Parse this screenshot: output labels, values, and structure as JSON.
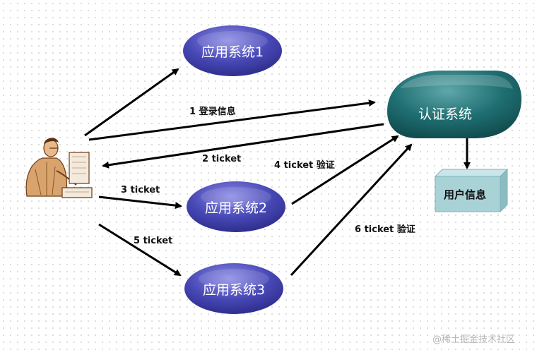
{
  "nodes": {
    "app1": "应用系统1",
    "app2": "应用系统2",
    "app3": "应用系统3",
    "auth": "认证系统",
    "user_info": "用户信息"
  },
  "edges": {
    "e1": "1 登录信息",
    "e2": "2 ticket",
    "e3": "3 ticket",
    "e4": "4 ticket 验证",
    "e5": "5 ticket",
    "e6": "6 ticket 验证"
  },
  "watermark": "@稀土掘金技术社区",
  "colors": {
    "app_node": "#4a4ab8",
    "auth_node": "#1f6f72",
    "user_box": "#a9d2d6",
    "arrow": "#000000"
  },
  "icons": {
    "user": "person-at-computer-icon"
  }
}
